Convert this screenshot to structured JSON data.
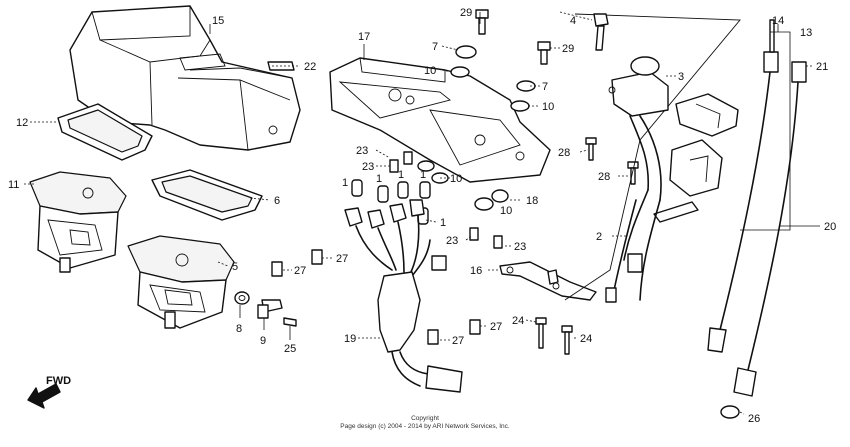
{
  "callouts": [
    {
      "id": "c1",
      "label": "1"
    },
    {
      "id": "c1b",
      "label": "1"
    },
    {
      "id": "c1c",
      "label": "1"
    },
    {
      "id": "c1d",
      "label": "1"
    },
    {
      "id": "c1e",
      "label": "1"
    },
    {
      "id": "c2",
      "label": "2"
    },
    {
      "id": "c3",
      "label": "3"
    },
    {
      "id": "c4",
      "label": "4"
    },
    {
      "id": "c5",
      "label": "5"
    },
    {
      "id": "c6",
      "label": "6"
    },
    {
      "id": "c7a",
      "label": "7"
    },
    {
      "id": "c7b",
      "label": "7"
    },
    {
      "id": "c8",
      "label": "8"
    },
    {
      "id": "c9",
      "label": "9"
    },
    {
      "id": "c10a",
      "label": "10"
    },
    {
      "id": "c10b",
      "label": "10"
    },
    {
      "id": "c10c",
      "label": "10"
    },
    {
      "id": "c10d",
      "label": "10"
    },
    {
      "id": "c11",
      "label": "11"
    },
    {
      "id": "c12",
      "label": "12"
    },
    {
      "id": "c13",
      "label": "13"
    },
    {
      "id": "c14",
      "label": "14"
    },
    {
      "id": "c15",
      "label": "15"
    },
    {
      "id": "c16",
      "label": "16"
    },
    {
      "id": "c17",
      "label": "17"
    },
    {
      "id": "c18",
      "label": "18"
    },
    {
      "id": "c19",
      "label": "19"
    },
    {
      "id": "c20",
      "label": "20"
    },
    {
      "id": "c21",
      "label": "21"
    },
    {
      "id": "c22",
      "label": "22"
    },
    {
      "id": "c23a",
      "label": "23"
    },
    {
      "id": "c23b",
      "label": "23"
    },
    {
      "id": "c23c",
      "label": "23"
    },
    {
      "id": "c23d",
      "label": "23"
    },
    {
      "id": "c24a",
      "label": "24"
    },
    {
      "id": "c24b",
      "label": "24"
    },
    {
      "id": "c25",
      "label": "25"
    },
    {
      "id": "c26",
      "label": "26"
    },
    {
      "id": "c27a",
      "label": "27"
    },
    {
      "id": "c27b",
      "label": "27"
    },
    {
      "id": "c27c",
      "label": "27"
    },
    {
      "id": "c27d",
      "label": "27"
    },
    {
      "id": "c28a",
      "label": "28"
    },
    {
      "id": "c28b",
      "label": "28"
    },
    {
      "id": "c29a",
      "label": "29"
    },
    {
      "id": "c29b",
      "label": "29"
    }
  ],
  "direction_label": "FWD",
  "copyright_line1": "Copyright",
  "copyright_line2": "Page design (c) 2004 - 2014 by ARI Network Services, Inc."
}
